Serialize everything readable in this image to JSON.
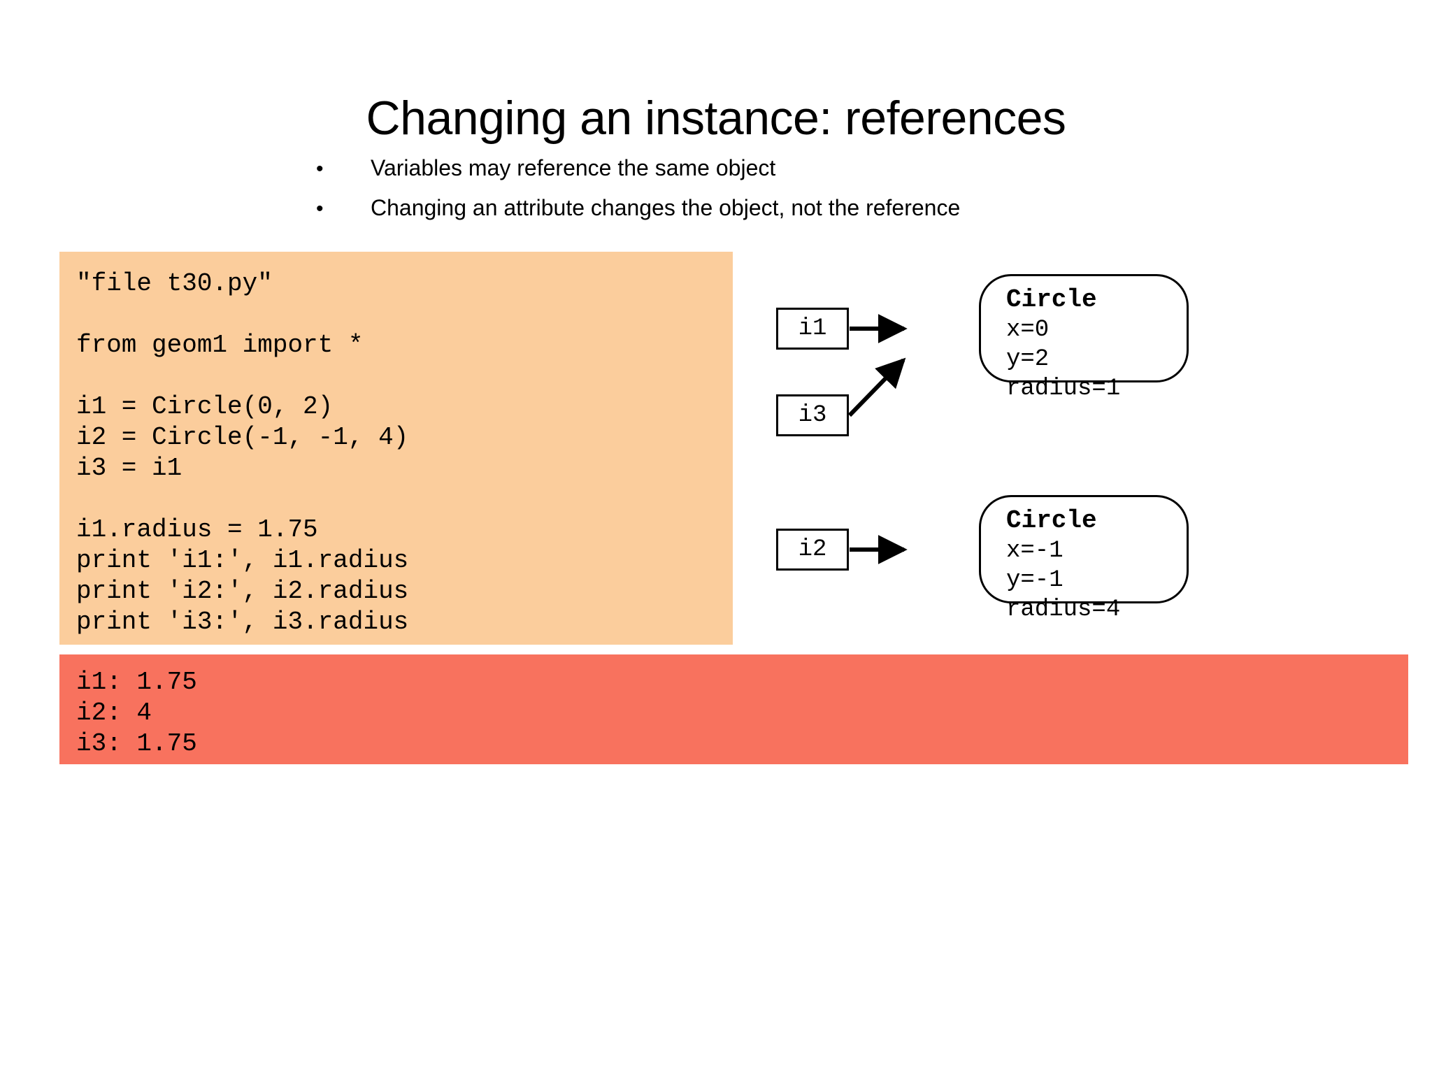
{
  "slide": {
    "title": "Changing an instance: references",
    "bullet_marker": "•",
    "bullets": [
      "Variables may reference the same object",
      "Changing an attribute changes the object, not the reference"
    ]
  },
  "code_block": {
    "background_color": "#fbcd9c",
    "text": "\"file t30.py\"\n\nfrom geom1 import *\n\ni1 = Circle(0, 2)\ni2 = Circle(-1, -1, 4)\ni3 = i1\n\ni1.radius = 1.75\nprint 'i1:', i1.radius\nprint 'i2:', i2.radius\nprint 'i3:', i3.radius"
  },
  "output_block": {
    "background_color": "#f8725e",
    "text": "i1: 1.75\ni2: 4\ni3: 1.75"
  },
  "diagram": {
    "variables": [
      {
        "name": "i1"
      },
      {
        "name": "i3"
      },
      {
        "name": "i2"
      }
    ],
    "objects": [
      {
        "title": "Circle",
        "attrs": "x=0\ny=2\nradius=1"
      },
      {
        "title": "Circle",
        "attrs": "x=-1\ny=-1\nradius=4"
      }
    ]
  }
}
